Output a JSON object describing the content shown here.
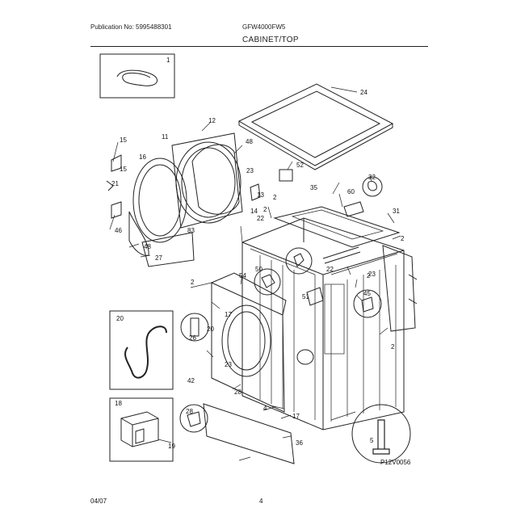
{
  "header": {
    "publication": "Publication No: 5995488301",
    "model": "GFW4000FW5",
    "section_title": "CABINET/TOP"
  },
  "footer": {
    "date": "04/07",
    "page": "4"
  },
  "plate_id": "P12V0056",
  "callouts": [
    "1",
    "24",
    "12",
    "15",
    "11",
    "48",
    "16",
    "13",
    "23",
    "52",
    "32",
    "35",
    "2",
    "60",
    "31",
    "15",
    "2",
    "14",
    "2",
    "22",
    "23",
    "83",
    "21",
    "46",
    "48",
    "27",
    "2",
    "54",
    "50",
    "22",
    "2",
    "51",
    "45",
    "20",
    "20",
    "26",
    "42",
    "23",
    "28",
    "2",
    "17",
    "17",
    "28",
    "4",
    "18",
    "36",
    "5",
    "19"
  ]
}
